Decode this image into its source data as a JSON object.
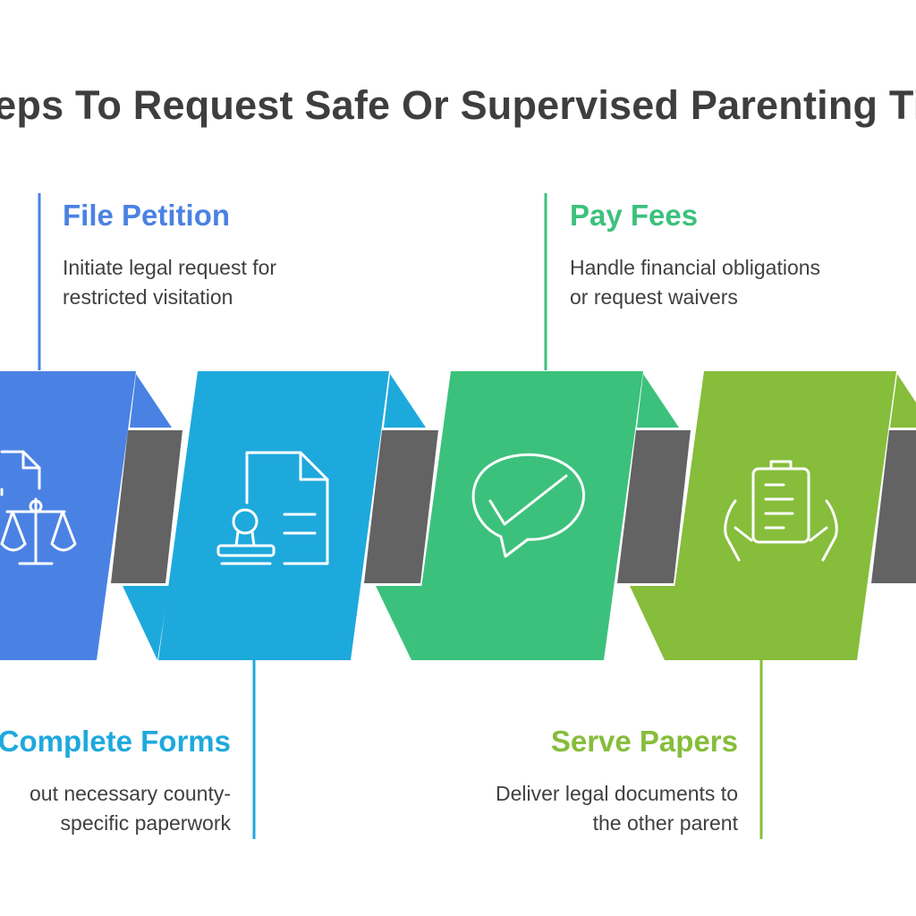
{
  "title": "teps To Request Safe Or Supervised Parenting Tim",
  "colors": {
    "blue": "#4a82e4",
    "cyan": "#1ea9dc",
    "green": "#3cc17c",
    "lime": "#86bd3b",
    "connector": "#636363",
    "title": "#3e3e3e"
  },
  "steps": [
    {
      "title": "File Petition",
      "description": "Initiate legal request for\nrestricted visitation",
      "icon": "legal-document-scale-icon",
      "color": "#4a82e4"
    },
    {
      "title": "Complete Forms",
      "description": "out necessary county-\nspecific paperwork",
      "icon": "document-stamp-icon",
      "color": "#1ea9dc"
    },
    {
      "title": "Pay Fees",
      "description": "Handle financial obligations\nor request waivers",
      "icon": "check-speech-bubble-icon",
      "color": "#3cc17c"
    },
    {
      "title": "Serve Papers",
      "description": "Deliver legal documents to\nthe other parent",
      "icon": "clipboard-in-hands-icon",
      "color": "#86bd3b"
    }
  ]
}
